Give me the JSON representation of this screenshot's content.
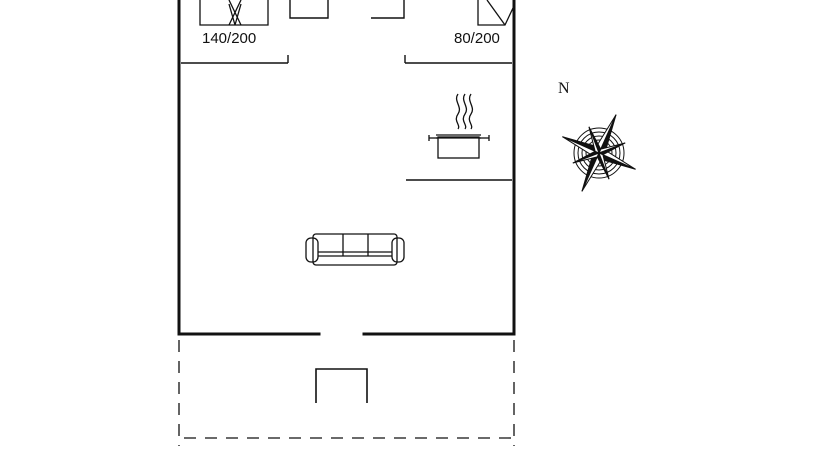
{
  "floorplan": {
    "bed_labels": {
      "double_bed": "140/200",
      "single_bed": "80/200"
    },
    "compass": {
      "north_letter": "N"
    },
    "icons": [
      "double-bed-icon",
      "single-bed-icon",
      "cooking-pot-icon",
      "sofa-icon",
      "table-icon",
      "compass-rose-icon"
    ],
    "colors": {
      "wall": "#111111",
      "background": "#ffffff"
    }
  }
}
